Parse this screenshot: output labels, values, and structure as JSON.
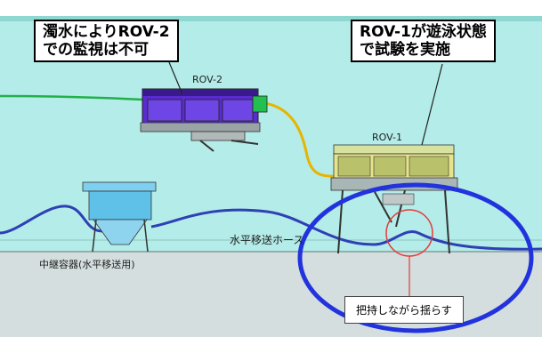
{
  "callouts": {
    "left": {
      "line1": "濁水によりROV-2",
      "line2": "での監視は不可"
    },
    "right": {
      "line1": "ROV-1が遊泳状態",
      "line2": "で試験を実施"
    }
  },
  "labels": {
    "rov2": "ROV-2",
    "rov1": "ROV-1",
    "hose": "水平移送ホース",
    "container": "中継容器(水平移送用)",
    "note": "把持しながら揺らす"
  },
  "colors": {
    "water": "#b3ece8",
    "floor": "#cfdcdc",
    "hose": "#2e40b4",
    "tether_green": "#22b04a",
    "tether_yellow": "#e8b400",
    "highlight_ellipse": "#2233dd",
    "highlight_circle": "#e63b3b"
  }
}
